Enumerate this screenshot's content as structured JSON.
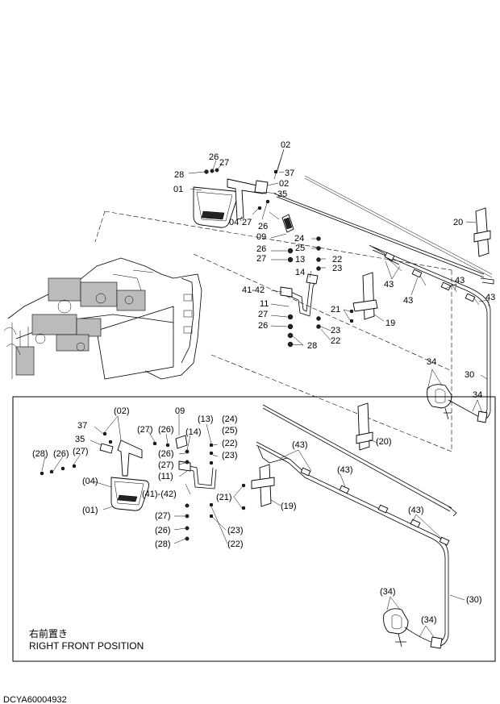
{
  "labels_top": {
    "l02a": "02",
    "l26a": "26",
    "l27a": "27",
    "l37a": "37",
    "l28a": "28",
    "l01a": "01",
    "l02b": "02",
    "l35a": "35",
    "l04a": "04",
    "l27b": "27",
    "l26b": "26",
    "l09a": "09",
    "l24a": "24",
    "l26c": "26",
    "l25a": "25",
    "l22a": "22",
    "l27c": "27",
    "l13a": "13",
    "l23a": "23",
    "l14a": "14",
    "l20a": "20",
    "l43a": "43",
    "l43b": "43",
    "l43c": "43",
    "l43d": "43",
    "l4142": "41-42",
    "l11a": "11",
    "l21a": "21",
    "l27d": "27",
    "l19a": "19",
    "l26d": "26",
    "l23b": "23",
    "l28b": "28",
    "l22b": "22",
    "l34a": "34",
    "l30a": "30",
    "l34b": "34"
  },
  "labels_box": {
    "b02": "(02)",
    "b37": "37",
    "b27": "(27)",
    "b26": "(26)",
    "b09": "09",
    "b13": "(13)",
    "b24": "(24)",
    "b35": "35",
    "b14": "(14)",
    "b25": "(25)",
    "b28": "(28)",
    "b26b": "(26)",
    "b27b": "(27)",
    "b26c": "(26)",
    "b22": "(22)",
    "b27c": "(27)",
    "b23": "(23)",
    "b11": "(11)",
    "b04": "(04)",
    "b4142": "(41)-(42)",
    "b01": "(01)",
    "b20": "(20)",
    "b43a": "(43)",
    "b43b": "(43)",
    "b43c": "(43)",
    "b21": "(21)",
    "b19": "(19)",
    "b27d": "(27)",
    "b26d": "(26)",
    "b28b": "(28)",
    "b23b": "(23)",
    "b22b": "(22)",
    "b34a": "(34)",
    "b30": "(30)",
    "b34b": "(34)"
  },
  "caption_jp": "右前置き",
  "caption_en": "RIGHT FRONT POSITION",
  "drawing_code": "DCYA60004932"
}
